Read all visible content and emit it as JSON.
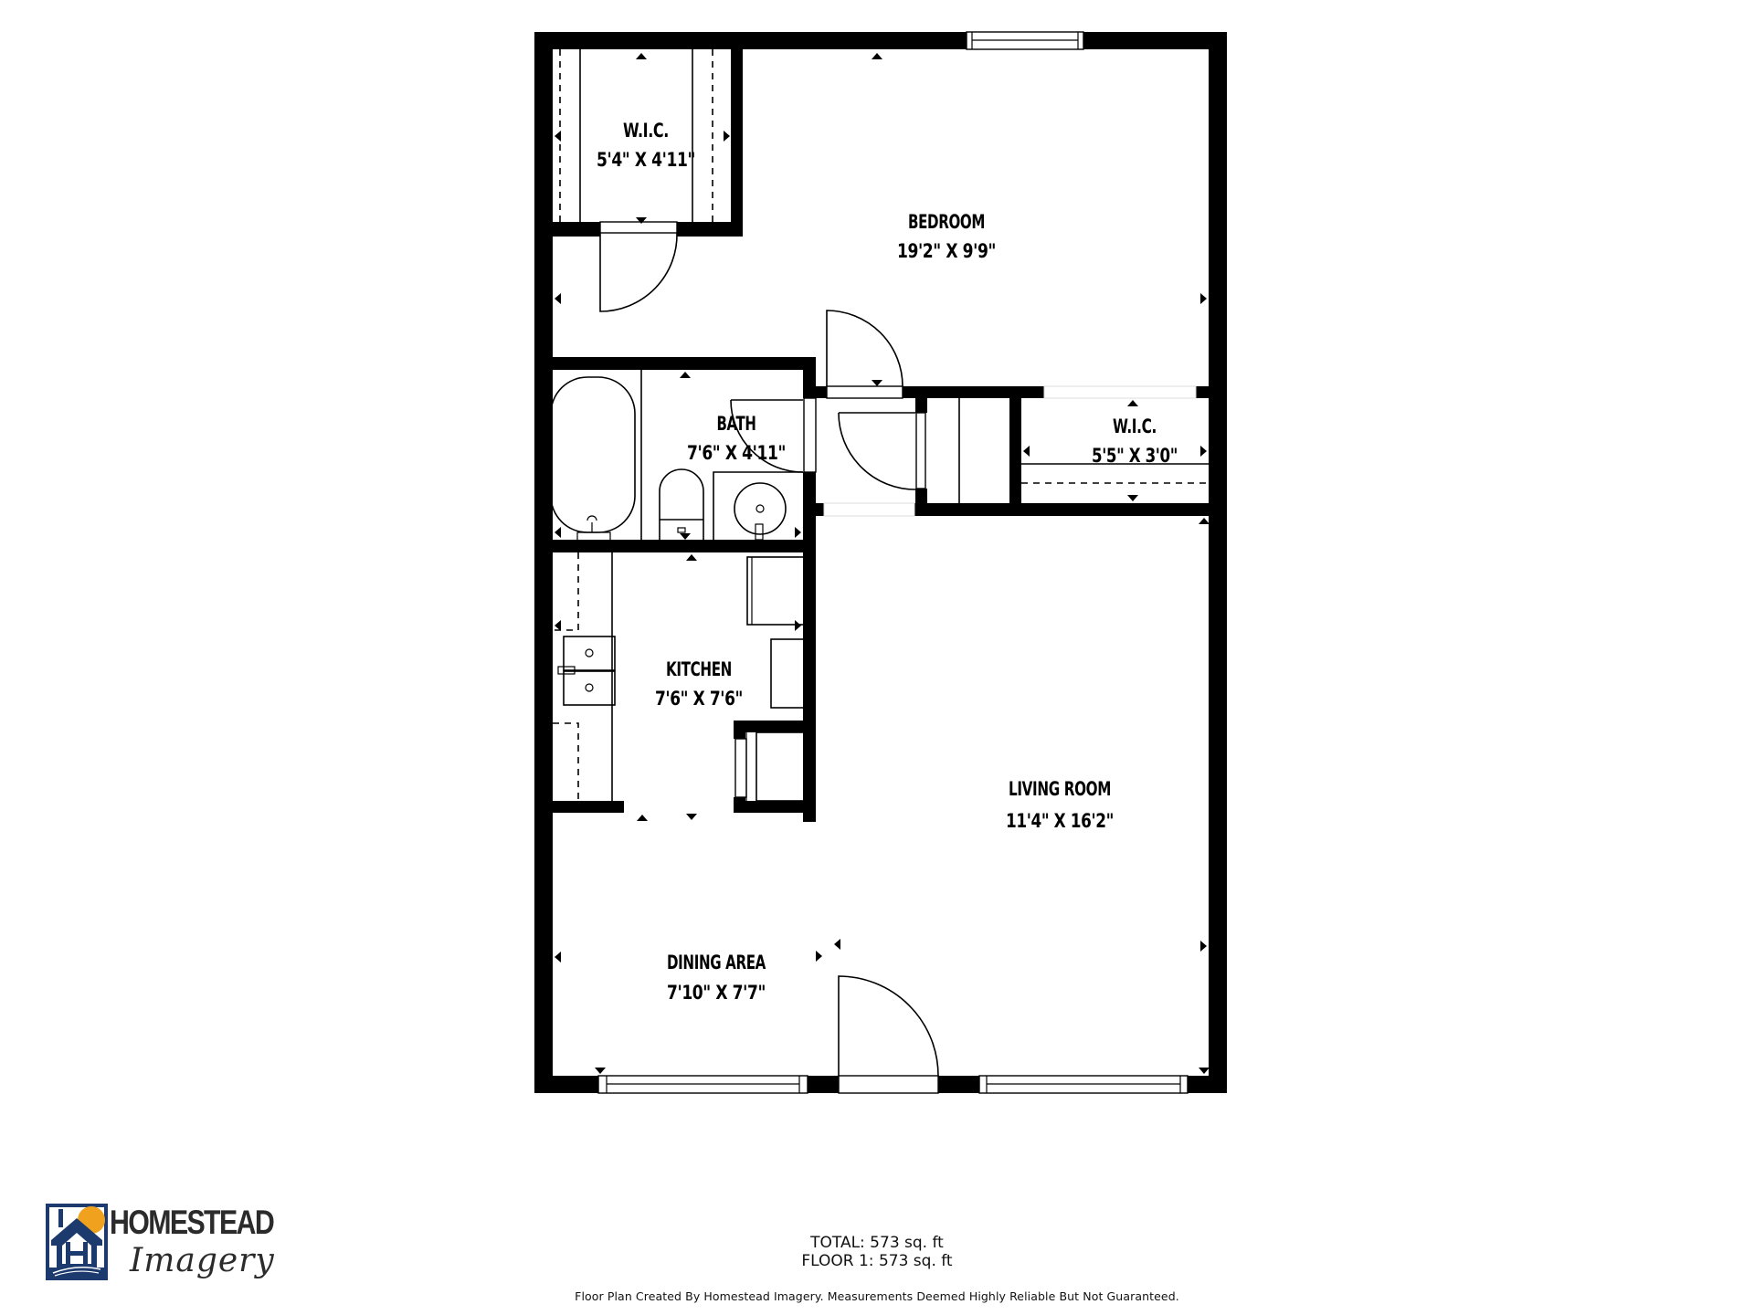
{
  "plan": {
    "rooms": [
      {
        "id": "wic1",
        "name": "W.I.C.",
        "dims": "5'4\" X 4'11\""
      },
      {
        "id": "bedroom",
        "name": "BEDROOM",
        "dims": "19'2\" X 9'9\""
      },
      {
        "id": "bath",
        "name": "BATH",
        "dims": "7'6\" X 4'11\""
      },
      {
        "id": "wic2",
        "name": "W.I.C.",
        "dims": "5'5\" X 3'0\""
      },
      {
        "id": "kitchen",
        "name": "KITCHEN",
        "dims": "7'6\" X 7'6\""
      },
      {
        "id": "living",
        "name": "LIVING ROOM",
        "dims": "11'4\" X 16'2\""
      },
      {
        "id": "dining",
        "name": "DINING AREA",
        "dims": "7'10\" X 7'7\""
      }
    ],
    "colors": {
      "wall": "#000000",
      "background": "#ffffff",
      "logo_navy": "#1c3a6e",
      "logo_sun": "#f0a21e",
      "logo_text": "#2b2b2b"
    }
  },
  "summary": {
    "total": "TOTAL: 573 sq. ft",
    "floor1": "FLOOR 1: 573 sq. ft"
  },
  "disclaimer": "Floor Plan Created By Homestead Imagery. Measurements Deemed Highly Reliable But Not Guaranteed.",
  "logo": {
    "wordmark": "HOMESTEAD",
    "script": "Imagery",
    "icon": "house-sun-icon"
  }
}
